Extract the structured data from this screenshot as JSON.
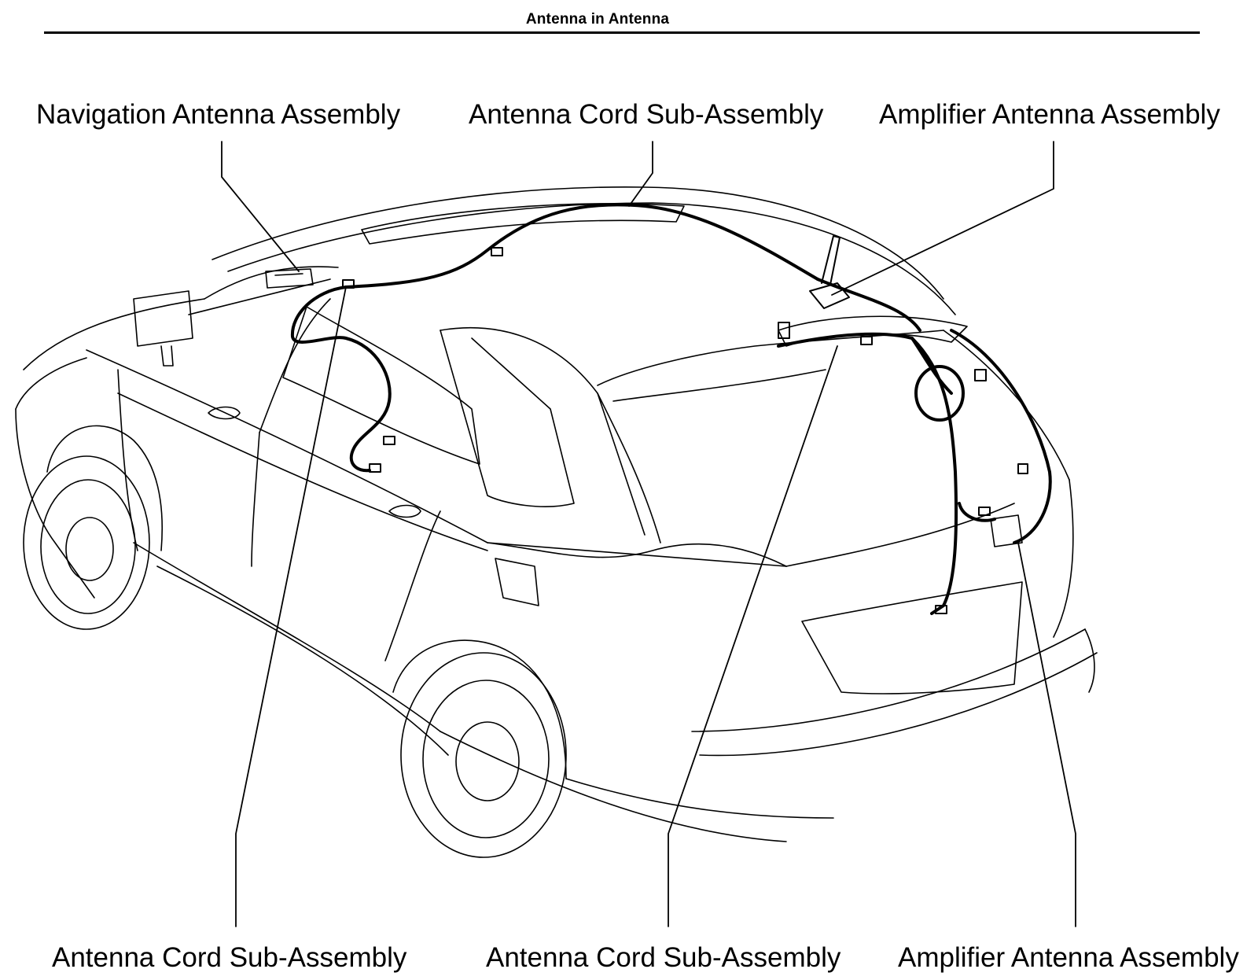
{
  "header": {
    "title": "Antenna in Antenna"
  },
  "callouts": {
    "top_left": "Navigation Antenna Assembly",
    "top_center": "Antenna Cord Sub-Assembly",
    "top_right": "Amplifier Antenna Assembly",
    "bottom_left": "Antenna Cord Sub-Assembly",
    "bottom_center": "Antenna Cord Sub-Assembly",
    "bottom_right": "Amplifier Antenna Assembly"
  },
  "colors": {
    "ink": "#000000",
    "paper": "#ffffff"
  }
}
